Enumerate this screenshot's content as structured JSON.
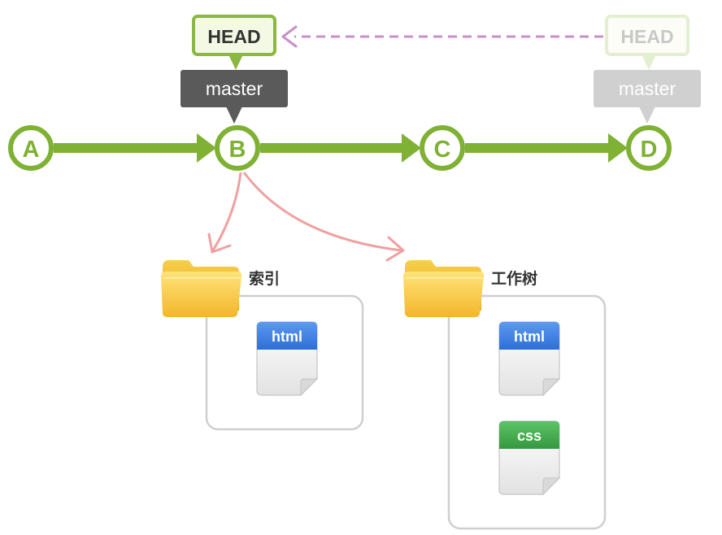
{
  "commits": [
    {
      "id": "A",
      "label": "A"
    },
    {
      "id": "B",
      "label": "B"
    },
    {
      "id": "C",
      "label": "C"
    },
    {
      "id": "D",
      "label": "D"
    }
  ],
  "refs": {
    "head_current": "HEAD",
    "master_current": "master",
    "head_previous": "HEAD",
    "master_previous": "master"
  },
  "areas": {
    "index": {
      "label": "索引",
      "files": [
        "html"
      ]
    },
    "working_tree": {
      "label": "工作树",
      "files": [
        "html",
        "css"
      ]
    }
  },
  "colors": {
    "commit_green": "#7fb134",
    "head_green": "#8ab840",
    "head_fill": "#f3f9e4",
    "master_dark": "#5a5a5a",
    "faded_master": "#d0d0d0",
    "faded_head": "#e4efd2",
    "move_arrow": "#c88fc8",
    "checkout_arrow": "#f0a0a0",
    "folder": "#f7c53a",
    "html_tab": "#3a7ee0",
    "css_tab": "#3faa4a"
  },
  "icons": [
    "folder-icon",
    "html-file-icon",
    "css-file-icon"
  ]
}
